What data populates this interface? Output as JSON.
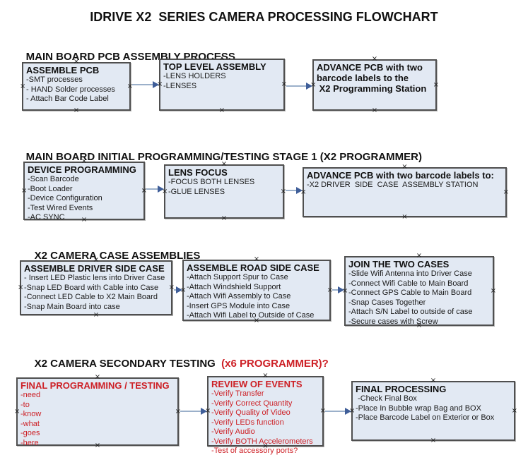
{
  "title": "IDRIVE X2  SERIES CAMERA PROCESSING FLOWCHART",
  "colors": {
    "background": "#ffffff",
    "box_fill": "#e2e9f3",
    "box_border": "#4f4f4f",
    "arrow_line": "#9bb0ca",
    "arrow_head": "#3f5e99",
    "red_text": "#cd2026",
    "black_text": "#111111"
  },
  "sections": [
    {
      "heading": "MAIN BOARD PCB ASSEMBLY PROCESS"
    },
    {
      "heading": "MAIN BOARD INITIAL PROGRAMMING/TESTING STAGE 1 (X2 PROGRAMMER)"
    },
    {
      "heading": "X2 CAMERA CASE ASSEMBLIES"
    },
    {
      "heading": "X2 CAMERA SECONDARY TESTING ",
      "heading_red_suffix": " (x6 PROGRAMMER)?"
    }
  ],
  "boxes": [
    {
      "title": "ASSEMBLE PCB",
      "items": [
        "-SMT processes",
        "- HAND Solder processes",
        "- Attach Bar Code Label"
      ]
    },
    {
      "title": "TOP LEVEL ASSEMBLY",
      "items": [
        "-LENS HOLDERS",
        "-LENSES"
      ]
    },
    {
      "title": "ADVANCE PCB with two\nbarcode labels to the\n X2 Programming Station",
      "items": []
    },
    {
      "title": "DEVICE PROGRAMMING",
      "items": [
        "-Scan Barcode",
        "-Boot Loader",
        "-Device Configuration",
        "-Test Wired Events",
        "-AC SYNC"
      ]
    },
    {
      "title": "LENS FOCUS",
      "items": [
        "-FOCUS BOTH LENSES",
        "-GLUE LENSES"
      ]
    },
    {
      "title": "ADVANCE PCB with two barcode labels to:",
      "items": [
        "-X2 DRIVER  SIDE  CASE  ASSEMBLY STATION"
      ]
    },
    {
      "title": "ASSEMBLE DRIVER SIDE CASE",
      "items": [
        "- Insert LED Plastic lens into Driver Case",
        "-Snap LED Board with Cable into Case",
        "-Connect LED Cable to X2 Main Board",
        "-Snap Main Board into case"
      ]
    },
    {
      "title": "ASSEMBLE ROAD SIDE CASE",
      "items": [
        "-Attach Support Spur to Case",
        "-Attach Windshield Support",
        "-Attach Wifi Assembly to Case",
        "-Insert GPS Module into Case",
        "-Attach Wifi Label to Outside of Case"
      ]
    },
    {
      "title": "JOIN THE TWO CASES",
      "items": [
        "-Slide Wifi Antenna into Driver Case",
        "-Connect Wifi Cable to Main Board",
        "-Connect GPS Cable to Main Board",
        "-Snap Cases Together",
        "-Attach S/N Label to outside of case",
        "-Secure cases with Screw"
      ]
    },
    {
      "title": "FINAL PROGRAMMING / TESTING",
      "items": [
        "-need",
        "-to",
        "-know",
        "-what",
        "-goes",
        "-here"
      ]
    },
    {
      "title": "REVIEW OF EVENTS",
      "items": [
        "-Verify Transfer",
        "-Verify Correct Quantity",
        "-Verify Quality of Video",
        "-Verify LEDs function",
        "-Verify Audio",
        "-Verify BOTH Accelerometers",
        "-Test of accessory ports?"
      ]
    },
    {
      "title": "FINAL PROCESSING",
      "items": [
        " -Check Final Box",
        "-Place In Bubble wrap Bag and BOX",
        "-Place Barcode Label on Exterior or Box"
      ]
    }
  ]
}
